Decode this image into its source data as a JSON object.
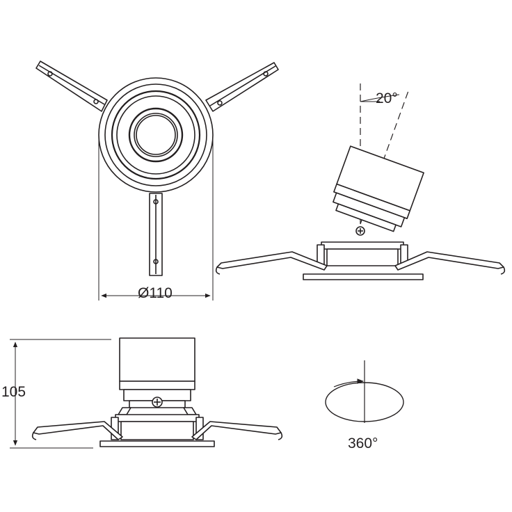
{
  "drawing": {
    "line_color": "#231f20",
    "fill_color": "#ffffff",
    "dim_diameter": "Ø110",
    "dim_height": "105",
    "tilt_angle": "20°",
    "rotation_angle": "360°"
  },
  "views": {
    "top": "top-view",
    "side_tilted": "side-view-tilted",
    "front": "front-view",
    "rotation": "rotation-symbol"
  }
}
